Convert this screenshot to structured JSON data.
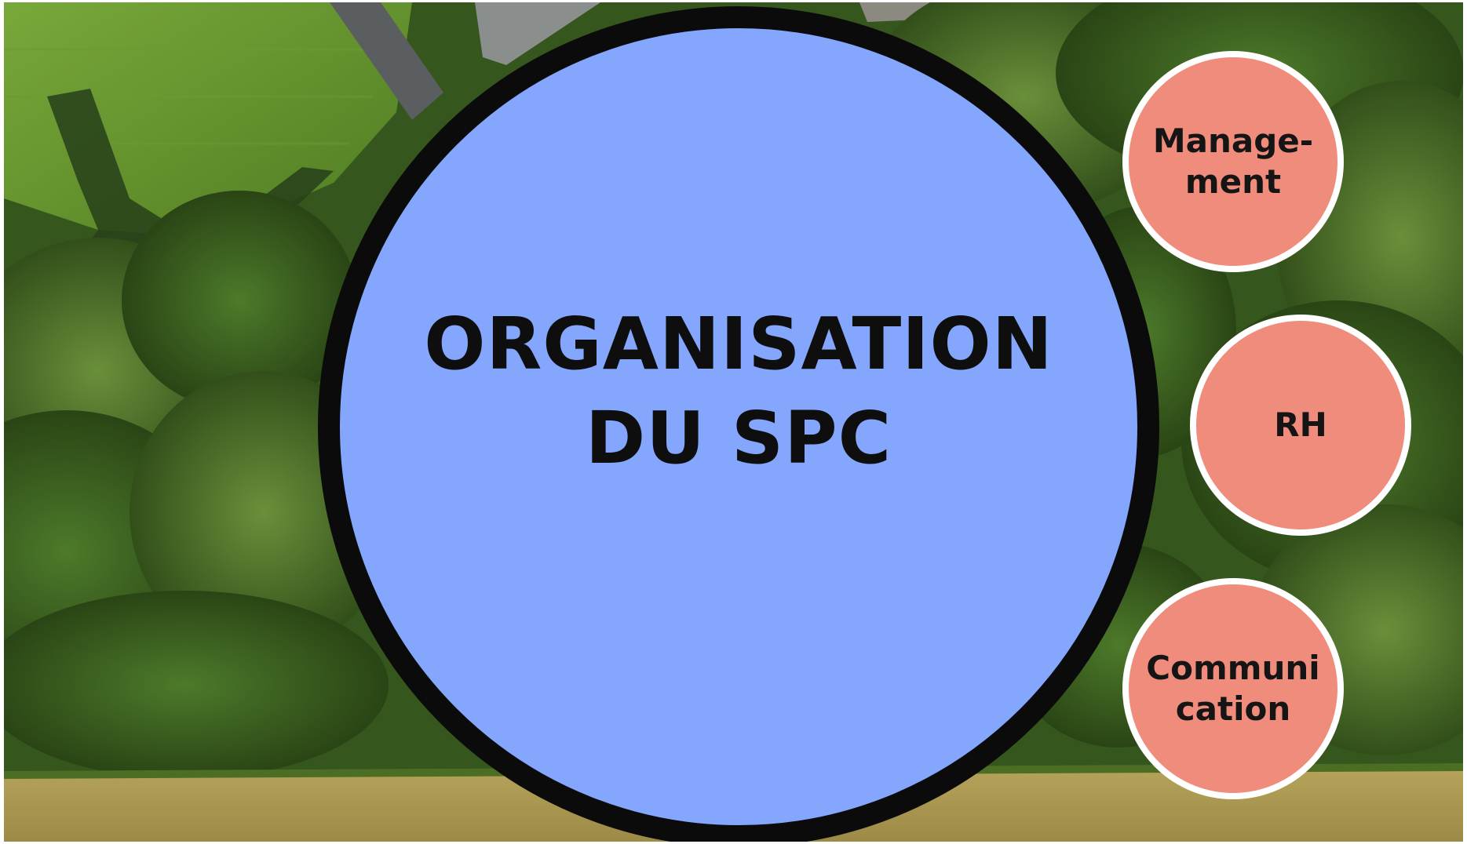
{
  "slide": {
    "title_lines": [
      "ORGANISATION",
      "DU SPC"
    ],
    "topics": [
      {
        "lines": [
          "Manage-",
          "ment"
        ]
      },
      {
        "lines": [
          "RH"
        ]
      },
      {
        "lines": [
          "Communi",
          "cation"
        ]
      }
    ]
  },
  "colors": {
    "main_circle_fill": "#84a6fc",
    "main_circle_border": "#0b0b0b",
    "topic_circle_fill": "#ef8c7b",
    "topic_circle_border": "#ffffff"
  },
  "background": {
    "description_icon": "landscape-photo"
  }
}
